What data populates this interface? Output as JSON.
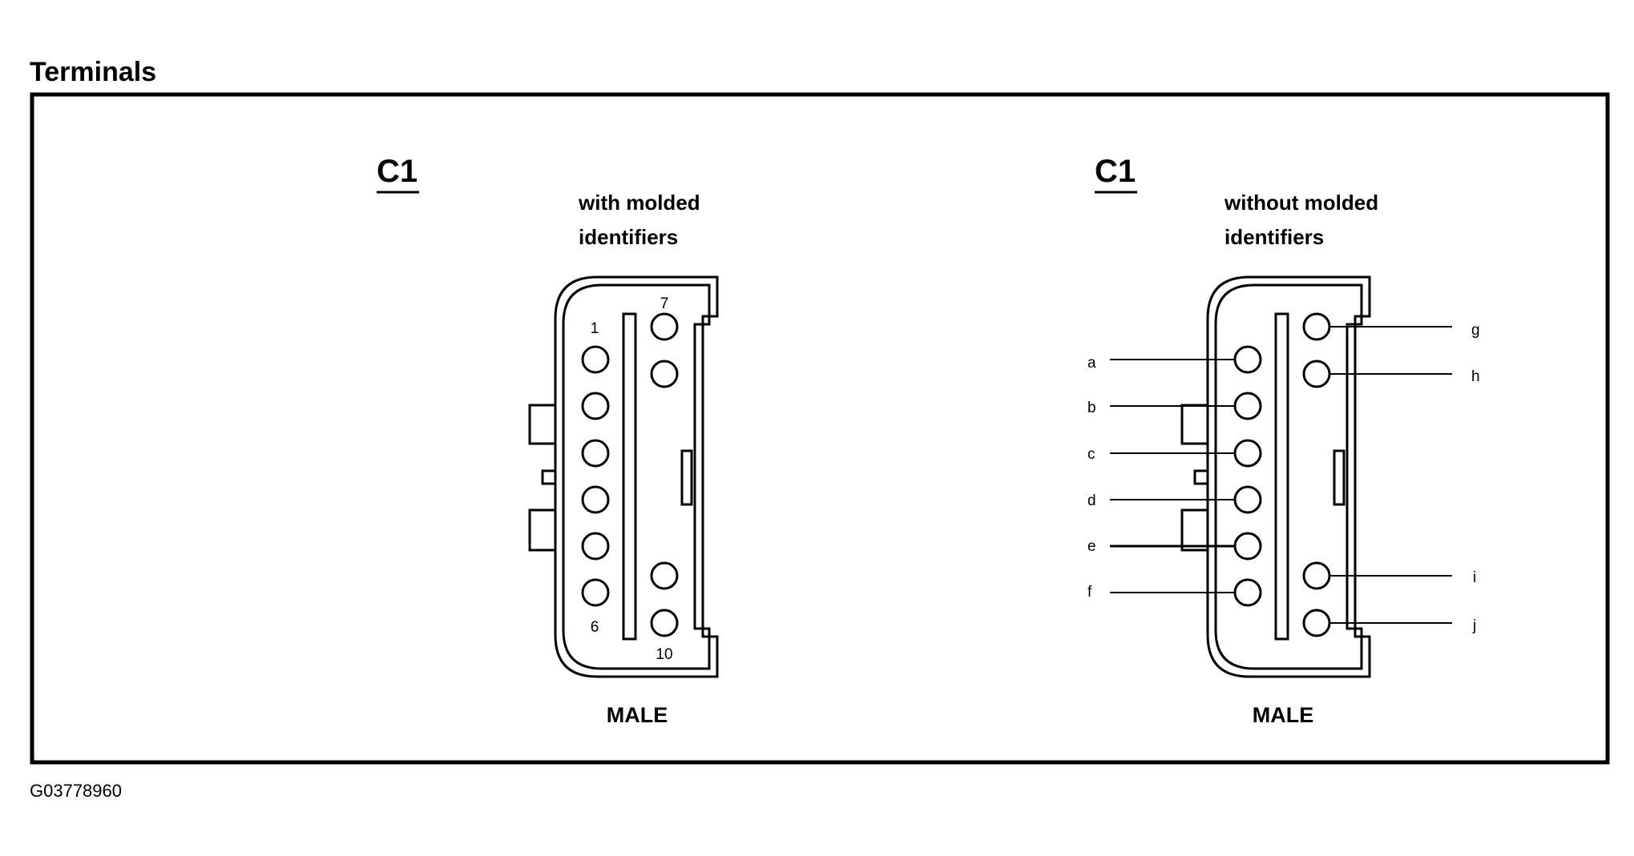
{
  "title": "Terminals",
  "figure_id": "G03778960",
  "connectors": {
    "left": {
      "name": "C1",
      "subtitle_line1": "with molded",
      "subtitle_line2": "identifiers",
      "gender": "MALE",
      "pin_labels": [
        "1",
        "6",
        "7",
        "10"
      ]
    },
    "right": {
      "name": "C1",
      "subtitle_line1": "without molded",
      "subtitle_line2": "identifiers",
      "gender": "MALE",
      "pin_labels": [
        "a",
        "b",
        "c",
        "d",
        "e",
        "f",
        "g",
        "h",
        "i",
        "j"
      ]
    }
  }
}
